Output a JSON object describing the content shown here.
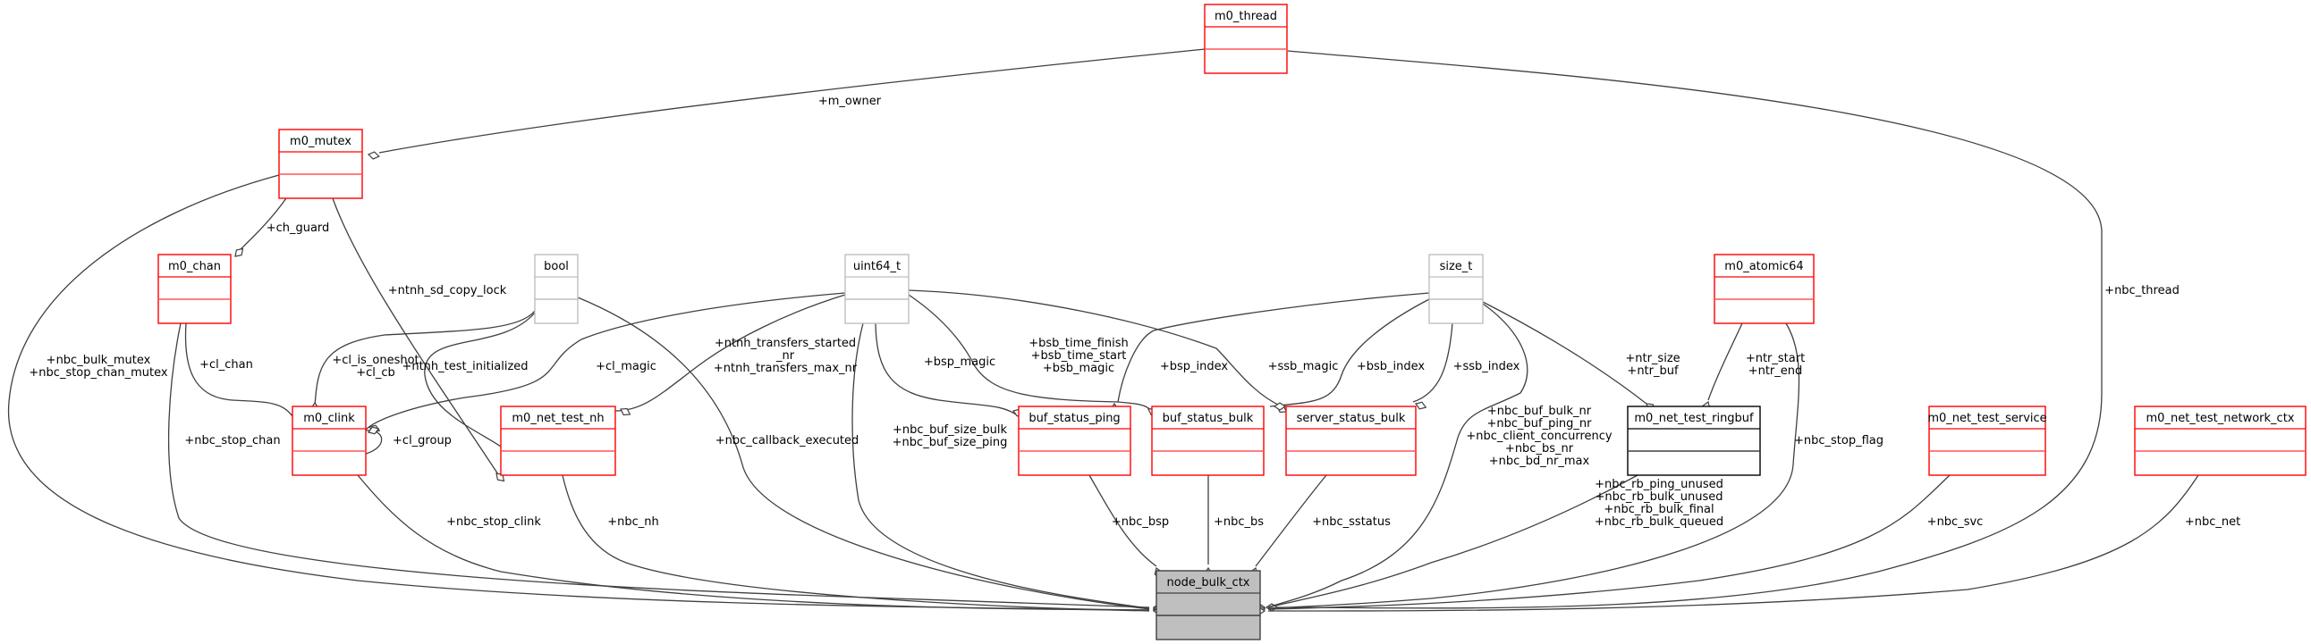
{
  "diagram": {
    "type": "collaboration-diagram",
    "root": "node_bulk_ctx",
    "colors": {
      "incomplete_border": "#ff0000",
      "builtin_border": "#bfbfbf",
      "complete_border": "#000000",
      "root_fill": "#bfbfbf",
      "edge": "#404040"
    },
    "nodes": [
      {
        "id": "m0_thread",
        "label": "m0_thread",
        "style": "red"
      },
      {
        "id": "m0_mutex",
        "label": "m0_mutex",
        "style": "red"
      },
      {
        "id": "m0_chan",
        "label": "m0_chan",
        "style": "red"
      },
      {
        "id": "bool",
        "label": "bool",
        "style": "gray"
      },
      {
        "id": "uint64_t",
        "label": "uint64_t",
        "style": "gray"
      },
      {
        "id": "size_t",
        "label": "size_t",
        "style": "gray"
      },
      {
        "id": "m0_atomic64",
        "label": "m0_atomic64",
        "style": "red"
      },
      {
        "id": "m0_clink",
        "label": "m0_clink",
        "style": "red"
      },
      {
        "id": "m0_net_test_nh",
        "label": "m0_net_test_nh",
        "style": "red"
      },
      {
        "id": "buf_status_ping",
        "label": "buf_status_ping",
        "style": "red"
      },
      {
        "id": "buf_status_bulk",
        "label": "buf_status_bulk",
        "style": "red"
      },
      {
        "id": "server_status_bulk",
        "label": "server_status_bulk",
        "style": "red"
      },
      {
        "id": "m0_net_test_ringbuf",
        "label": "m0_net_test_ringbuf",
        "style": "black"
      },
      {
        "id": "m0_net_test_service",
        "label": "m0_net_test_service",
        "style": "red"
      },
      {
        "id": "m0_net_test_network_ctx",
        "label": "m0_net_test_network_ctx",
        "style": "red"
      },
      {
        "id": "node_bulk_ctx",
        "label": "node_bulk_ctx",
        "style": "root"
      }
    ],
    "edges": [
      {
        "from": "m0_thread",
        "to": "m0_mutex",
        "labels": [
          "+m_owner"
        ]
      },
      {
        "from": "m0_thread",
        "to": "node_bulk_ctx",
        "labels": [
          "+nbc_thread"
        ]
      },
      {
        "from": "m0_mutex",
        "to": "m0_chan",
        "labels": [
          "+ch_guard"
        ]
      },
      {
        "from": "m0_mutex",
        "to": "node_bulk_ctx",
        "labels": [
          "+nbc_bulk_mutex",
          "+nbc_stop_chan_mutex"
        ]
      },
      {
        "from": "m0_mutex",
        "to": "m0_net_test_nh",
        "labels": [
          "+ntnh_sd_copy_lock"
        ]
      },
      {
        "from": "m0_chan",
        "to": "m0_clink",
        "labels": [
          "+cl_chan"
        ]
      },
      {
        "from": "m0_chan",
        "to": "node_bulk_ctx",
        "labels": [
          "+nbc_stop_chan"
        ]
      },
      {
        "from": "bool",
        "to": "m0_clink",
        "labels": [
          "+cl_is_oneshot",
          "+cl_cb"
        ]
      },
      {
        "from": "bool",
        "to": "m0_net_test_nh",
        "labels": [
          "+ntnh_test_initialized"
        ]
      },
      {
        "from": "bool",
        "to": "node_bulk_ctx",
        "labels": [
          "+nbc_callback_executed"
        ]
      },
      {
        "from": "uint64_t",
        "to": "m0_clink",
        "labels": [
          "+cl_magic"
        ]
      },
      {
        "from": "uint64_t",
        "to": "m0_net_test_nh",
        "labels": [
          "+ntnh_transfers_started",
          "_nr",
          "+ntnh_transfers_max_nr"
        ]
      },
      {
        "from": "uint64_t",
        "to": "node_bulk_ctx",
        "labels": [
          "+nbc_buf_size_bulk",
          "+nbc_buf_size_ping"
        ]
      },
      {
        "from": "uint64_t",
        "to": "buf_status_ping",
        "labels": [
          "+bsp_magic"
        ]
      },
      {
        "from": "uint64_t",
        "to": "buf_status_bulk",
        "labels": [
          "+bsb_time_finish",
          "+bsb_time_start",
          "+bsb_magic"
        ]
      },
      {
        "from": "uint64_t",
        "to": "server_status_bulk",
        "labels": [
          "+ssb_magic"
        ]
      },
      {
        "from": "size_t",
        "to": "buf_status_ping",
        "labels": [
          "+bsp_index"
        ]
      },
      {
        "from": "size_t",
        "to": "buf_status_bulk",
        "labels": [
          "+bsb_index"
        ]
      },
      {
        "from": "size_t",
        "to": "server_status_bulk",
        "labels": [
          "+ssb_index"
        ]
      },
      {
        "from": "size_t",
        "to": "node_bulk_ctx",
        "labels": [
          "+nbc_buf_bulk_nr",
          "+nbc_buf_ping_nr",
          "+nbc_client_concurrency",
          "+nbc_bs_nr",
          "+nbc_bd_nr_max"
        ]
      },
      {
        "from": "size_t",
        "to": "m0_net_test_ringbuf",
        "labels": [
          "+ntr_size",
          "+ntr_buf"
        ]
      },
      {
        "from": "m0_atomic64",
        "to": "m0_net_test_ringbuf",
        "labels": [
          "+ntr_start",
          "+ntr_end"
        ]
      },
      {
        "from": "m0_atomic64",
        "to": "node_bulk_ctx",
        "labels": [
          "+nbc_stop_flag"
        ]
      },
      {
        "from": "m0_clink",
        "to": "m0_clink",
        "labels": [
          "+cl_group"
        ]
      },
      {
        "from": "m0_clink",
        "to": "node_bulk_ctx",
        "labels": [
          "+nbc_stop_clink"
        ]
      },
      {
        "from": "m0_net_test_nh",
        "to": "node_bulk_ctx",
        "labels": [
          "+nbc_nh"
        ]
      },
      {
        "from": "buf_status_ping",
        "to": "node_bulk_ctx",
        "labels": [
          "+nbc_bsp"
        ]
      },
      {
        "from": "buf_status_bulk",
        "to": "node_bulk_ctx",
        "labels": [
          "+nbc_bs"
        ]
      },
      {
        "from": "server_status_bulk",
        "to": "node_bulk_ctx",
        "labels": [
          "+nbc_sstatus"
        ]
      },
      {
        "from": "m0_net_test_ringbuf",
        "to": "node_bulk_ctx",
        "labels": [
          "+nbc_rb_ping_unused",
          "+nbc_rb_bulk_unused",
          "+nbc_rb_bulk_final",
          "+nbc_rb_bulk_queued"
        ]
      },
      {
        "from": "m0_net_test_service",
        "to": "node_bulk_ctx",
        "labels": [
          "+nbc_svc"
        ]
      },
      {
        "from": "m0_net_test_network_ctx",
        "to": "node_bulk_ctx",
        "labels": [
          "+nbc_net"
        ]
      }
    ]
  }
}
